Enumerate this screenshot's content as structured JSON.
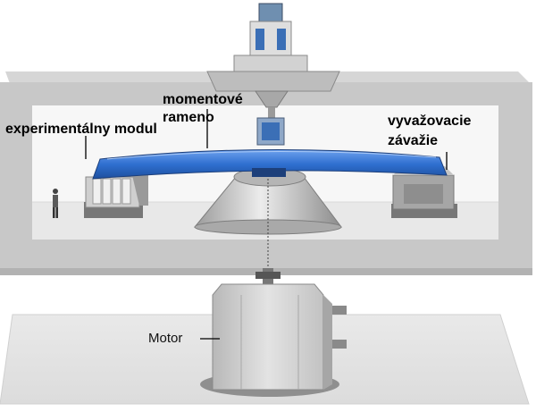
{
  "labels": {
    "torque_arm_line1": "momentové",
    "torque_arm_line2": "rameno",
    "experimental_module": "experimentálny modul",
    "balance_weight_line1": "vyvažovacie",
    "balance_weight_line2": "závažie",
    "motor": "Motor"
  },
  "colors": {
    "arm_blue": "#2f6fd0",
    "frame_gray": "#c9c9c9",
    "hall_floor": "#e6e6e6"
  }
}
